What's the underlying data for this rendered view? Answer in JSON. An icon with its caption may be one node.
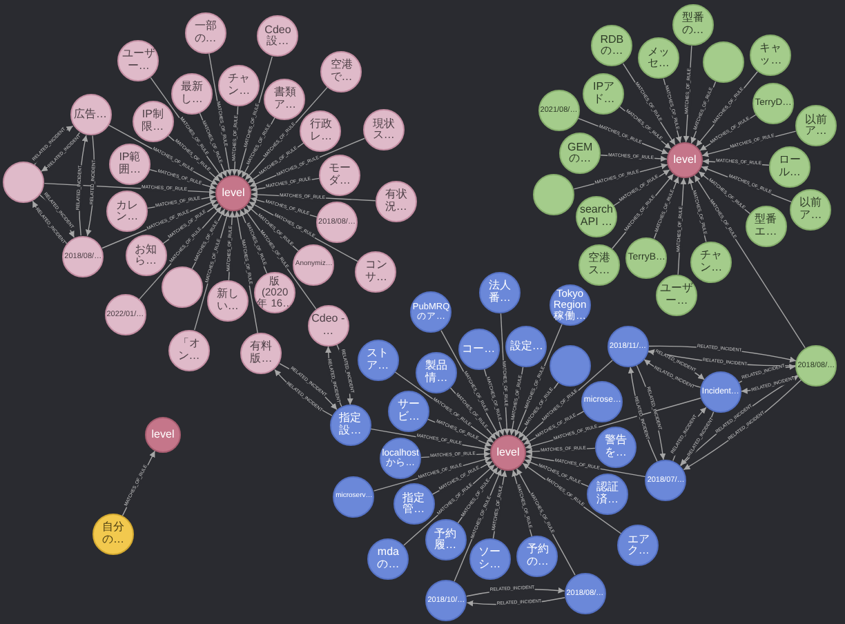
{
  "diagram": {
    "nodes": [
      {
        "text": [
          "level"
        ]
      },
      {
        "text": [
          "チャン…"
        ]
      },
      {
        "text": [
          "空港で…"
        ]
      },
      {
        "text": [
          "最新し…"
        ]
      },
      {
        "text": [
          "Cdeo設…"
        ]
      },
      {
        "text": [
          "一部の…"
        ]
      },
      {
        "text": [
          "IP制限…"
        ]
      },
      {
        "text": [
          "行政レ…"
        ]
      },
      {
        "text": [
          "書類ア…"
        ]
      },
      {
        "text": [
          "ユーザー…"
        ]
      },
      {
        "text": [
          "広告…"
        ]
      },
      {
        "text": [
          "現状ス…"
        ]
      },
      {
        "text": [],
        "shape": "circle"
      },
      {
        "text": [
          "IP範囲…"
        ]
      },
      {
        "text": [
          "モーダ…"
        ]
      },
      {
        "text": [
          "カレン…"
        ]
      },
      {
        "text": [
          "有状況…"
        ]
      },
      {
        "text": [
          "お知ら…"
        ]
      },
      {
        "text": [
          "2018/08/…"
        ]
      },
      {
        "text": [
          "2018/08/…"
        ]
      },
      {
        "text": [],
        "shape": "circle"
      },
      {
        "text": [
          "版 (2020年 16…"
        ]
      },
      {
        "text": [
          "コンサ…"
        ]
      },
      {
        "text": [
          "2022/01/…"
        ]
      },
      {
        "text": [
          "Anonymiz…"
        ]
      },
      {
        "text": [
          "新しい…"
        ]
      },
      {
        "text": [
          "「オン…"
        ]
      },
      {
        "text": [
          "Cdeo - …"
        ]
      },
      {
        "text": [
          "有料版…"
        ]
      },
      {
        "text": [
          "level"
        ]
      },
      {
        "text": [
          "IPアド…"
        ]
      },
      {
        "text": [
          "メッセ…"
        ]
      },
      {
        "text": [
          "2021/08/…"
        ]
      },
      {
        "text": [
          "型番の…"
        ]
      },
      {
        "text": [
          "RDBの…"
        ]
      },
      {
        "text": [],
        "shape": "circle"
      },
      {
        "text": [],
        "shape": "circle"
      },
      {
        "text": [
          "GEMの…"
        ]
      },
      {
        "text": [
          "キャッ…"
        ]
      },
      {
        "text": [
          "search API …"
        ]
      },
      {
        "text": [
          "以前ア…"
        ]
      },
      {
        "text": [
          "TerryD…"
        ]
      },
      {
        "text": [
          "空港ス…"
        ]
      },
      {
        "text": [
          "ユーザー…"
        ]
      },
      {
        "text": [
          "以前ア…"
        ]
      },
      {
        "text": [
          "ロール…"
        ]
      },
      {
        "text": [
          "TerryB…"
        ]
      },
      {
        "text": [
          "チャン…"
        ]
      },
      {
        "text": [
          "型番エ…"
        ]
      },
      {
        "text": [
          "2018/08/…"
        ]
      },
      {
        "text": [
          "level"
        ]
      },
      {
        "text": [
          "コー…"
        ]
      },
      {
        "text": [
          "PubMRQ のア…"
        ]
      },
      {
        "text": [
          "製品情…"
        ]
      },
      {
        "text": [
          "設定…"
        ]
      },
      {
        "text": [
          "法人番…"
        ]
      },
      {
        "text": [
          "Tokyo Region 稼働…"
        ]
      },
      {
        "text": [
          "ストア…"
        ]
      },
      {
        "text": [],
        "shape": "circle"
      },
      {
        "text": [
          "サービ…"
        ]
      },
      {
        "text": [
          "指定設…"
        ]
      },
      {
        "text": [
          "microse…"
        ]
      },
      {
        "text": [
          "2018/11/…"
        ]
      },
      {
        "text": [
          "microserv…"
        ]
      },
      {
        "text": [
          "localhost から…"
        ]
      },
      {
        "text": [
          "警告を…"
        ]
      },
      {
        "text": [
          "予約の…"
        ]
      },
      {
        "text": [
          "Incident…"
        ]
      },
      {
        "text": [
          "認証済…"
        ]
      },
      {
        "text": [
          "mdaの…"
        ]
      },
      {
        "text": [
          "指定管…"
        ]
      },
      {
        "text": [
          "エアク…"
        ]
      },
      {
        "text": [
          "2018/07/…"
        ]
      },
      {
        "text": [
          "ソーシ…"
        ]
      },
      {
        "text": [
          "予約履…"
        ]
      },
      {
        "text": [
          "2018/08/…"
        ]
      },
      {
        "text": [
          "2018/10/…"
        ]
      },
      {
        "text": [
          "level"
        ]
      },
      {
        "text": [
          "自分の…"
        ]
      }
    ],
    "edges": [
      {
        "from": 1,
        "to": 0,
        "arrow": "to",
        "label": "MATCHES_OF_RULE"
      },
      {
        "from": 2,
        "to": 0,
        "arrow": "to",
        "label": "MATCHES_OF_RULE"
      },
      {
        "from": 3,
        "to": 0,
        "arrow": "to",
        "label": "MATCHES_OF_RULE"
      },
      {
        "from": 4,
        "to": 0,
        "arrow": "to",
        "label": "MATCHES_OF_RULE"
      },
      {
        "from": 5,
        "to": 0,
        "arrow": "to",
        "label": "MATCHES_OF_RULE"
      },
      {
        "from": 6,
        "to": 0,
        "arrow": "to",
        "label": "MATCHES_OF_RULE"
      },
      {
        "from": 7,
        "to": 0,
        "arrow": "to",
        "label": "MATCHES_OF_RULE"
      },
      {
        "from": 8,
        "to": 0,
        "arrow": "to",
        "label": "MATCHES_OF_RULE"
      },
      {
        "from": 9,
        "to": 0,
        "arrow": "to",
        "label": "MATCHES_OF_RULE"
      },
      {
        "from": 10,
        "to": 0,
        "arrow": "to",
        "label": "MATCHES_OF_RULE"
      },
      {
        "from": 11,
        "to": 0,
        "arrow": "to",
        "label": "MATCHES_OF_RULE"
      },
      {
        "from": 12,
        "to": 0,
        "arrow": "to",
        "label": "MATCHES_OF_RULE"
      },
      {
        "from": 13,
        "to": 0,
        "arrow": "to",
        "label": "MATCHES_OF_RULE"
      },
      {
        "from": 14,
        "to": 0,
        "arrow": "to",
        "label": "MATCHES_OF_RULE"
      },
      {
        "from": 15,
        "to": 0,
        "arrow": "to",
        "label": "MATCHES_OF_RULE"
      },
      {
        "from": 16,
        "to": 0,
        "arrow": "to",
        "label": "MATCHES_OF_RULE"
      },
      {
        "from": 17,
        "to": 0,
        "arrow": "to",
        "label": "MATCHES_OF_RULE"
      },
      {
        "from": 18,
        "to": 0,
        "arrow": "to",
        "label": "MATCHES_OF_RULE"
      },
      {
        "from": 19,
        "to": 0,
        "arrow": "to",
        "label": "MATCHES_OF_RULE"
      },
      {
        "from": 20,
        "to": 0,
        "arrow": "to",
        "label": "MATCHES_OF_RULE"
      },
      {
        "from": 21,
        "to": 0,
        "arrow": "to",
        "label": "MATCHES_OF_RULE"
      },
      {
        "from": 22,
        "to": 0,
        "arrow": "to",
        "label": "MATCHES_OF_RULE"
      },
      {
        "from": 23,
        "to": 0,
        "arrow": "to",
        "label": "MATCHES_OF_RULE"
      },
      {
        "from": 24,
        "to": 0,
        "arrow": "to",
        "label": "MATCHES_OF_RULE"
      },
      {
        "from": 25,
        "to": 0,
        "arrow": "to",
        "label": "MATCHES_OF_RULE"
      },
      {
        "from": 26,
        "to": 0,
        "arrow": "to",
        "label": "MATCHES_OF_RULE"
      },
      {
        "from": 27,
        "to": 0,
        "arrow": "to",
        "label": "MATCHES_OF_RULE"
      },
      {
        "from": 28,
        "to": 0,
        "arrow": "to",
        "label": "MATCHES_OF_RULE"
      },
      {
        "from": 30,
        "to": 29,
        "arrow": "to",
        "label": "MATCHES_OF_RULE"
      },
      {
        "from": 31,
        "to": 29,
        "arrow": "to",
        "label": "MATCHES_OF_RULE"
      },
      {
        "from": 32,
        "to": 29,
        "arrow": "to",
        "label": "MATCHES_OF_RULE"
      },
      {
        "from": 33,
        "to": 29,
        "arrow": "to",
        "label": "MATCHES_OF_RULE"
      },
      {
        "from": 34,
        "to": 29,
        "arrow": "to",
        "label": "MATCHES_OF_RULE"
      },
      {
        "from": 35,
        "to": 29,
        "arrow": "to",
        "label": "MATCHES_OF_RULE"
      },
      {
        "from": 36,
        "to": 29,
        "arrow": "to",
        "label": "MATCHES_OF_RULE"
      },
      {
        "from": 37,
        "to": 29,
        "arrow": "to",
        "label": "MATCHES_OF_RULE"
      },
      {
        "from": 38,
        "to": 29,
        "arrow": "to",
        "label": "MATCHES_OF_RULE"
      },
      {
        "from": 39,
        "to": 29,
        "arrow": "to",
        "label": "MATCHES_OF_RULE"
      },
      {
        "from": 40,
        "to": 29,
        "arrow": "to",
        "label": "MATCHES_OF_RULE"
      },
      {
        "from": 41,
        "to": 29,
        "arrow": "to",
        "label": "MATCHES_OF_RULE"
      },
      {
        "from": 42,
        "to": 29,
        "arrow": "to",
        "label": "MATCHES_OF_RULE"
      },
      {
        "from": 43,
        "to": 29,
        "arrow": "to",
        "label": "MATCHES_OF_RULE"
      },
      {
        "from": 44,
        "to": 29,
        "arrow": "to",
        "label": "MATCHES_OF_RULE"
      },
      {
        "from": 45,
        "to": 29,
        "arrow": "to",
        "label": "MATCHES_OF_RULE"
      },
      {
        "from": 46,
        "to": 29,
        "arrow": "to",
        "label": "MATCHES_OF_RULE"
      },
      {
        "from": 47,
        "to": 29,
        "arrow": "to",
        "label": "MATCHES_OF_RULE"
      },
      {
        "from": 48,
        "to": 29,
        "arrow": "to",
        "label": "MATCHES_OF_RULE"
      },
      {
        "from": 49,
        "to": 29,
        "arrow": "to",
        "label": "MATCHES_OF_RULE"
      },
      {
        "from": 51,
        "to": 50,
        "arrow": "to",
        "label": "MATCHES_OF_RULE"
      },
      {
        "from": 52,
        "to": 50,
        "arrow": "to",
        "label": "MATCHES_OF_RULE"
      },
      {
        "from": 53,
        "to": 50,
        "arrow": "to",
        "label": "MATCHES_OF_RULE"
      },
      {
        "from": 54,
        "to": 50,
        "arrow": "to",
        "label": "MATCHES_OF_RULE"
      },
      {
        "from": 55,
        "to": 50,
        "arrow": "to",
        "label": "MATCHES_OF_RULE"
      },
      {
        "from": 56,
        "to": 50,
        "arrow": "to",
        "label": "MATCHES_OF_RULE"
      },
      {
        "from": 57,
        "to": 50,
        "arrow": "to",
        "label": "MATCHES_OF_RULE"
      },
      {
        "from": 58,
        "to": 50,
        "arrow": "to",
        "label": "MATCHES_OF_RULE"
      },
      {
        "from": 59,
        "to": 50,
        "arrow": "to",
        "label": "MATCHES_OF_RULE"
      },
      {
        "from": 60,
        "to": 50,
        "arrow": "to",
        "label": "MATCHES_OF_RULE"
      },
      {
        "from": 61,
        "to": 50,
        "arrow": "to",
        "label": "MATCHES_OF_RULE"
      },
      {
        "from": 62,
        "to": 50,
        "arrow": "to",
        "label": "MATCHES_OF_RULE"
      },
      {
        "from": 63,
        "to": 50,
        "arrow": "to",
        "label": "MATCHES_OF_RULE"
      },
      {
        "from": 64,
        "to": 50,
        "arrow": "to",
        "label": "MATCHES_OF_RULE"
      },
      {
        "from": 65,
        "to": 50,
        "arrow": "to",
        "label": "MATCHES_OF_RULE"
      },
      {
        "from": 66,
        "to": 50,
        "arrow": "to",
        "label": "MATCHES_OF_RULE"
      },
      {
        "from": 67,
        "to": 50,
        "arrow": "to",
        "label": "MATCHES_OF_RULE"
      },
      {
        "from": 68,
        "to": 50,
        "arrow": "to",
        "label": "MATCHES_OF_RULE"
      },
      {
        "from": 69,
        "to": 50,
        "arrow": "to",
        "label": "MATCHES_OF_RULE"
      },
      {
        "from": 70,
        "to": 50,
        "arrow": "to",
        "label": "MATCHES_OF_RULE"
      },
      {
        "from": 71,
        "to": 50,
        "arrow": "to",
        "label": "MATCHES_OF_RULE"
      },
      {
        "from": 72,
        "to": 50,
        "arrow": "to",
        "label": "MATCHES_OF_RULE"
      },
      {
        "from": 73,
        "to": 50,
        "arrow": "to",
        "label": "MATCHES_OF_RULE"
      },
      {
        "from": 74,
        "to": 50,
        "arrow": "to",
        "label": "MATCHES_OF_RULE"
      },
      {
        "from": 75,
        "to": 50,
        "arrow": "to",
        "label": "MATCHES_OF_RULE"
      },
      {
        "from": 76,
        "to": 50,
        "arrow": "to",
        "label": "MATCHES_OF_RULE"
      },
      {
        "from": 78,
        "to": 77,
        "arrow": "to",
        "label": "MATCHES_OF_RULE"
      },
      {
        "from": 10,
        "to": 12,
        "arrow": "to",
        "label": "RELATED_INCIDENT"
      },
      {
        "from": 12,
        "to": 10,
        "arrow": "to",
        "label": "RELATED_INCIDENT"
      },
      {
        "from": 12,
        "to": 18,
        "arrow": "to",
        "label": "RELATED_INCIDENT"
      },
      {
        "from": 18,
        "to": 12,
        "arrow": "to",
        "label": "RELATED_INCIDENT"
      },
      {
        "from": 10,
        "to": 18,
        "arrow": "to",
        "label": "RELATED_INCIDENT"
      },
      {
        "from": 18,
        "to": 10,
        "arrow": "to",
        "label": "RELATED_INCIDENT"
      },
      {
        "from": 28,
        "to": 60,
        "arrow": "to",
        "label": "RELATED_INCIDENT"
      },
      {
        "from": 60,
        "to": 28,
        "arrow": "to",
        "label": "RELATED_INCIDENT"
      },
      {
        "from": 27,
        "to": 60,
        "arrow": "to",
        "label": "RELATED_INCIDENT"
      },
      {
        "from": 60,
        "to": 27,
        "arrow": "to",
        "label": "RELATED_INCIDENT"
      },
      {
        "from": 75,
        "to": 76,
        "arrow": "to",
        "label": "RELATED_INCIDENT"
      },
      {
        "from": 76,
        "to": 75,
        "arrow": "to",
        "label": "RELATED_INCIDENT"
      },
      {
        "from": 62,
        "to": 72,
        "arrow": "to",
        "label": "RELATED_INCIDENT"
      },
      {
        "from": 72,
        "to": 62,
        "arrow": "to",
        "label": "RELATED_INCIDENT"
      },
      {
        "from": 62,
        "to": 67,
        "arrow": "to",
        "label": "RELATED_INCIDENT"
      },
      {
        "from": 67,
        "to": 62,
        "arrow": "to",
        "label": "RELATED_INCIDENT"
      },
      {
        "from": 67,
        "to": 72,
        "arrow": "to",
        "label": "RELATED_INCIDENT"
      },
      {
        "from": 72,
        "to": 67,
        "arrow": "to",
        "label": "RELATED_INCIDENT"
      },
      {
        "from": 62,
        "to": 49,
        "arrow": "to",
        "label": "RELATED_INCIDENT"
      },
      {
        "from": 49,
        "to": 62,
        "arrow": "to",
        "label": "RELATED_INCIDENT"
      },
      {
        "from": 67,
        "to": 49,
        "arrow": "to",
        "label": "RELATED_INCIDENT"
      },
      {
        "from": 49,
        "to": 67,
        "arrow": "to",
        "label": "RELATED_INCIDENT"
      },
      {
        "from": 72,
        "to": 49,
        "arrow": "to",
        "label": "RELATED_INCIDENT"
      },
      {
        "from": 49,
        "to": 72,
        "arrow": "to",
        "label": "RELATED_INCIDENT"
      }
    ]
  }
}
